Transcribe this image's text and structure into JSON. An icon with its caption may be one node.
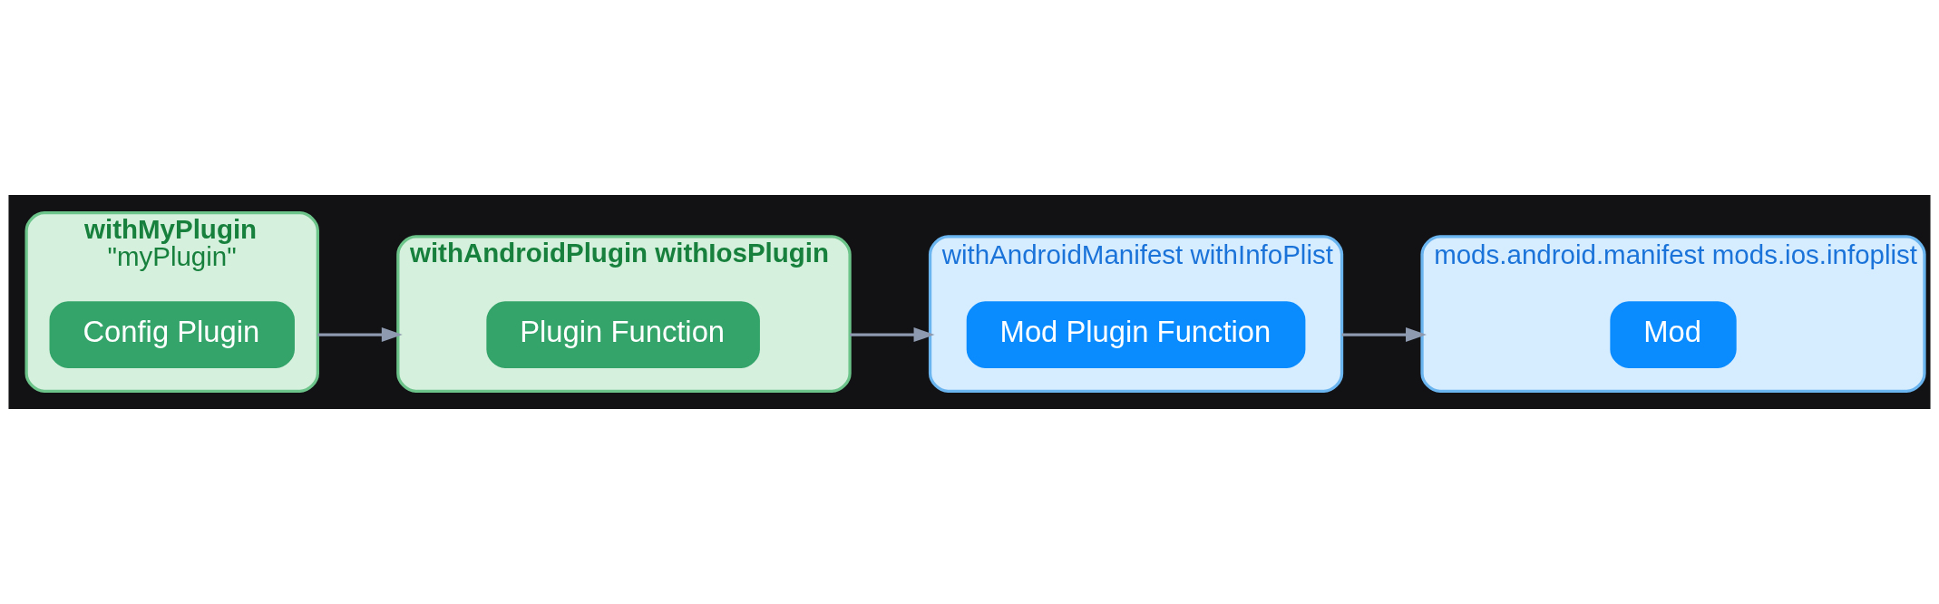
{
  "diagram": {
    "nodes": [
      {
        "text": [
          "withMyPlugin",
          "\"myPlugin\""
        ]
      },
      {
        "text": [
          "Config Plugin"
        ],
        "in": 0
      },
      {
        "text": [
          "withAndroidPlugin withIosPlugin"
        ]
      },
      {
        "text": [
          "Plugin Function"
        ],
        "in": 2
      },
      {
        "text": [
          "withAndroidManifest withInfoPlist"
        ]
      },
      {
        "text": [
          "Mod Plugin Function"
        ],
        "in": 4
      },
      {
        "text": [
          "mods.android.manifest mods.ios.infoplist"
        ]
      },
      {
        "text": [
          "Mod"
        ],
        "in": 6
      }
    ],
    "edges": [
      {
        "from": 0,
        "to": 2,
        "arrow": "to"
      },
      {
        "from": 2,
        "to": 4,
        "arrow": "to"
      },
      {
        "from": 4,
        "to": 6,
        "arrow": "to"
      }
    ]
  }
}
